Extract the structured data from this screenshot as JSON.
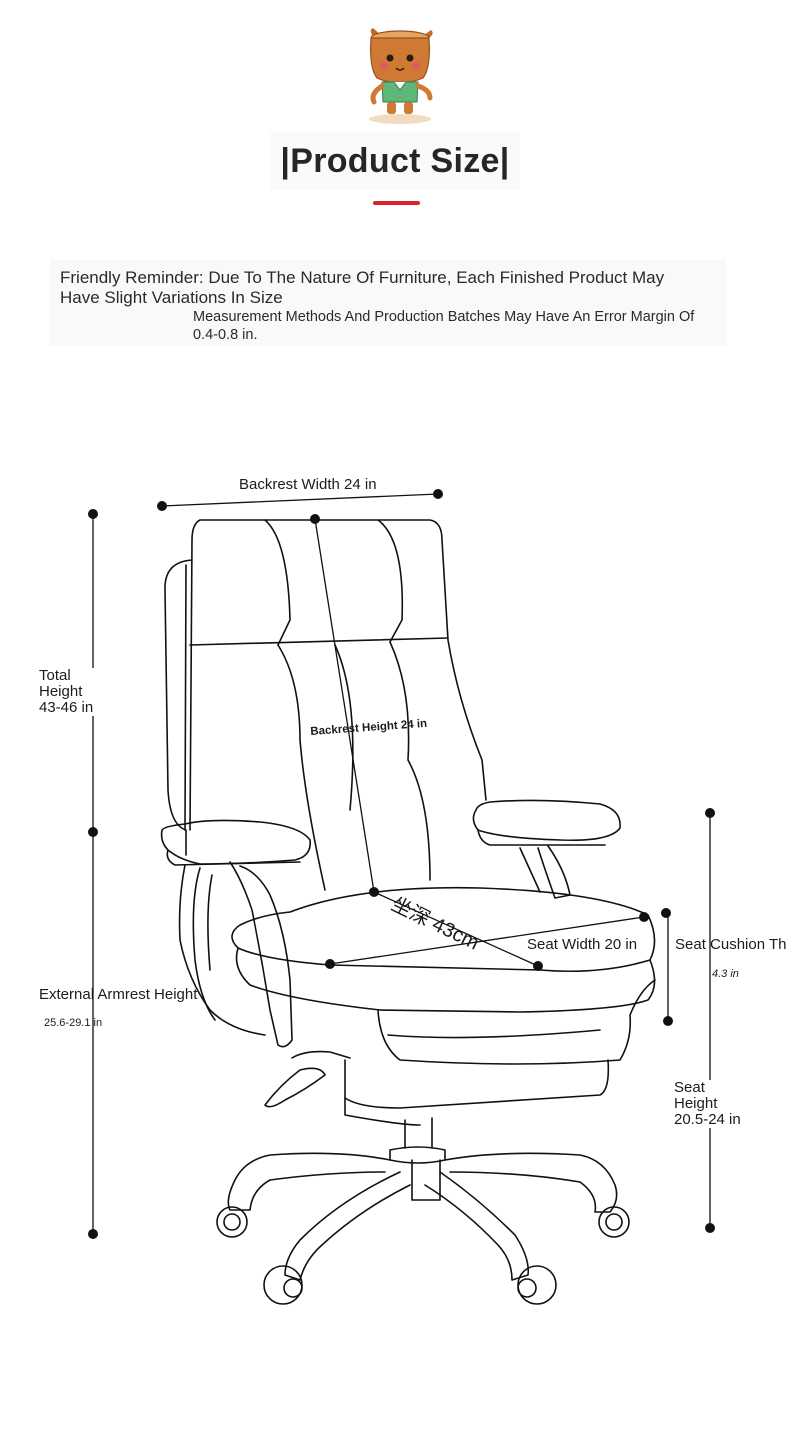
{
  "header": {
    "mascot_icon": "tree-stump-mascot-icon",
    "title": "|Product Size|",
    "accent_color": "#d8242a"
  },
  "notice": {
    "main": "Friendly Reminder: Due To The Nature Of Furniture, Each Finished Product May Have Slight Variations In Size",
    "sub": "Measurement Methods And Production Batches May Have An Error Margin Of 0.4-0.8 in."
  },
  "dimensions": {
    "backrest_width": "Backrest Width 24 in",
    "total_height": "Total\nHeight\n43-46 in",
    "backrest_height": "Backrest Height 24 in",
    "seat_depth": "坐深 43cm",
    "seat_width": "Seat Width 20 in",
    "seat_cushion_thickness_label": "Seat Cushion Th",
    "seat_cushion_thickness_value": "4.3 in",
    "external_armrest_height_label": "External Armrest Height",
    "external_armrest_height_value": "25.6-29.1 in",
    "seat_height": "Seat\nHeight\n20.5-24 in"
  }
}
